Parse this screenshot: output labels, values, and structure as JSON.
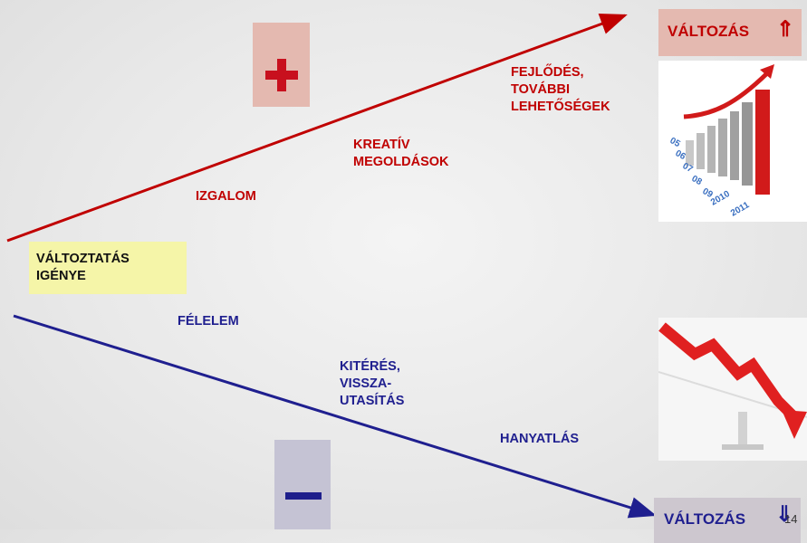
{
  "colors": {
    "positive": "#c00000",
    "negative": "#1f1f8f",
    "need_box": "#f5f5a8",
    "plus_box": "#e4b9b0",
    "minus_box": "#c5c3d4"
  },
  "need_label": "VÁLTOZTATÁS\nIGÉNYE",
  "positive": {
    "sign": "+",
    "stages": [
      "IZGALOM",
      "KREATÍV\nMEGOLDÁSOK",
      "FEJLŐDÉS,\nTOVÁBBI\nLEHETŐSÉGEK"
    ],
    "result_label": "VÁLTOZÁS",
    "result_icon": "double-arrow-up-icon",
    "result_symbol": "⇑",
    "image_years": [
      "05",
      "06",
      "07",
      "08",
      "09",
      "2010",
      "2011"
    ]
  },
  "negative": {
    "sign": "−",
    "stages": [
      "FÉLELEM",
      "KITÉRÉS,\nVISSZA-\nUTASÍTÁS",
      "HANYATLÁS"
    ],
    "result_label": "VÁLTOZÁS",
    "result_icon": "double-arrow-down-icon",
    "result_symbol": "⇓"
  },
  "page_number": "14"
}
